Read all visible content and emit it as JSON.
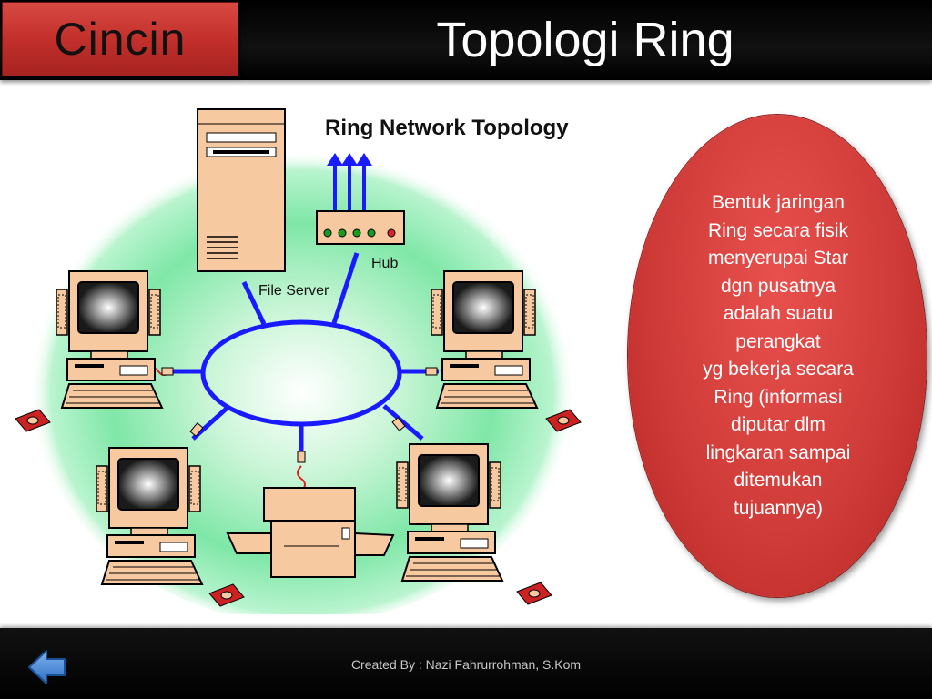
{
  "header": {
    "section_label": "Cincin",
    "title": "Topologi Ring"
  },
  "diagram": {
    "title": "Ring Network Topology",
    "labels": {
      "file_server": "File Server",
      "hub": "Hub"
    }
  },
  "callout": {
    "lines": [
      "Bentuk jaringan",
      "Ring secara fisik",
      "menyerupai Star",
      "dgn pusatnya",
      "adalah suatu",
      "perangkat",
      "yg bekerja secara",
      "Ring (informasi",
      "diputar dlm",
      "lingkaran sampai",
      "ditemukan",
      "tujuannya)"
    ]
  },
  "footer": {
    "credit": "Created By : Nazi Fahrurrohman, S.Kom"
  },
  "icons": {
    "nav_back": "back-arrow-icon"
  },
  "colors": {
    "accent_red": "#c3302c",
    "ring_blue": "#1a1aff",
    "device_beige": "#f7c9a0"
  }
}
